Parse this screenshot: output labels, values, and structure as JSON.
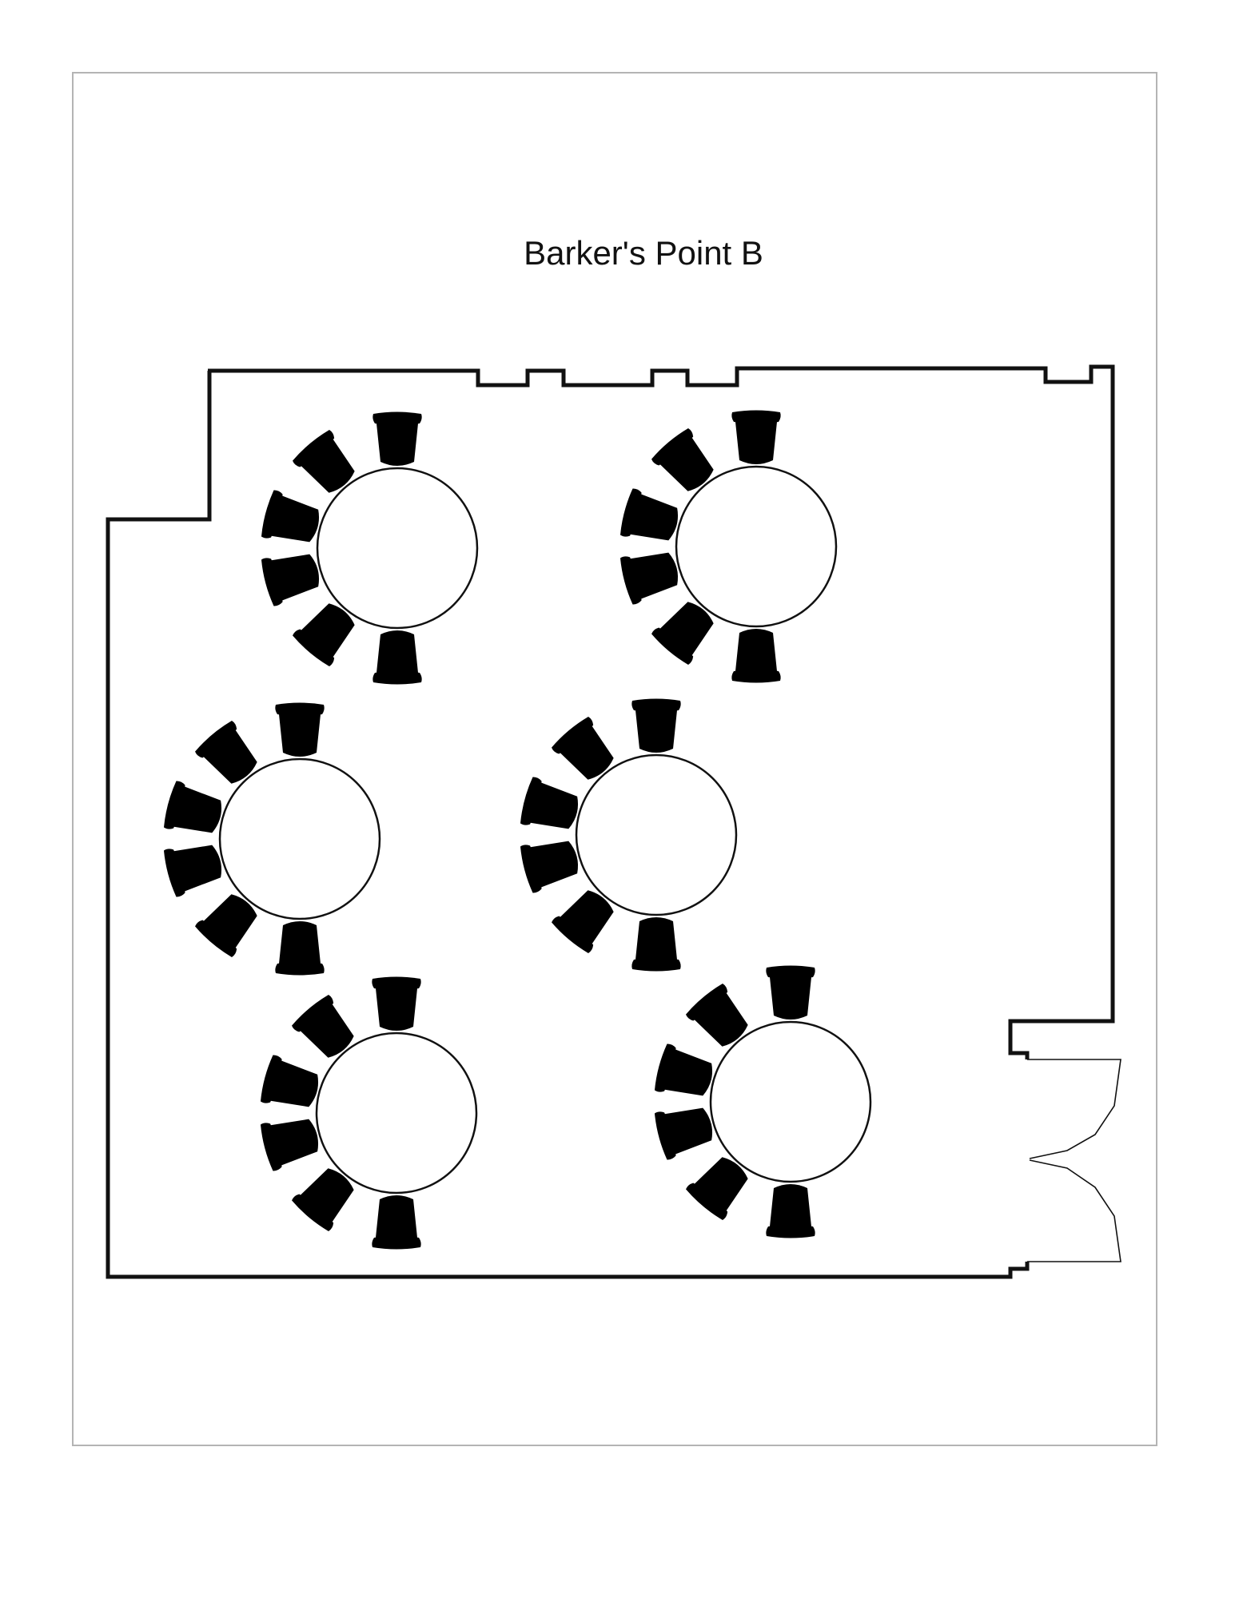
{
  "room": {
    "title": "Barker's Point B"
  },
  "layout": {
    "table_shape": "round",
    "table_count": 6,
    "chairs_per_table": 6,
    "colors": {
      "wall": "#111111",
      "chair_fill": "#7b7b7b",
      "table_fill": "#ffffff",
      "frame": "#b4b4b4"
    },
    "icons": [
      "round-table-icon",
      "chair-icon",
      "double-door-icon"
    ]
  }
}
